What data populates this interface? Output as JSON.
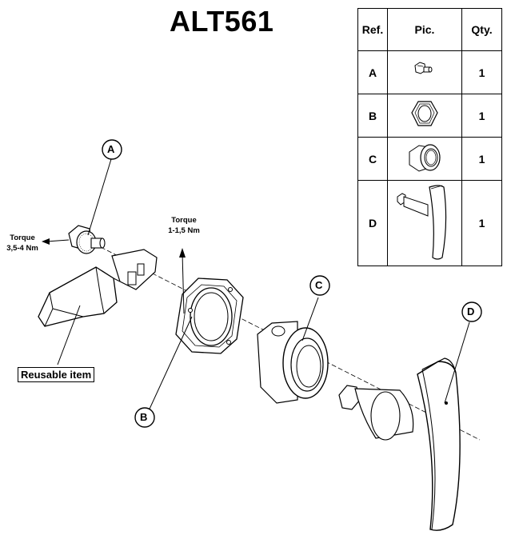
{
  "title": "ALT561",
  "table": {
    "headers": [
      "Ref.",
      "Pic.",
      "Qty."
    ],
    "rows": [
      {
        "ref": "A",
        "qty": "1",
        "icon": "hex-nut-bolt-icon"
      },
      {
        "ref": "B",
        "qty": "1",
        "icon": "hex-mounting-nut-icon"
      },
      {
        "ref": "C",
        "qty": "1",
        "icon": "housing-bushing-icon"
      },
      {
        "ref": "D",
        "qty": "1",
        "icon": "t-handle-icon"
      }
    ]
  },
  "callouts": {
    "a": "A",
    "b": "B",
    "c": "C",
    "d": "D"
  },
  "torque_a": {
    "line1": "Torque",
    "line2": "3,5-4 Nm"
  },
  "torque_b": {
    "line1": "Torque",
    "line2": "1-1,5 Nm"
  },
  "reusable_label": "Reusable item"
}
